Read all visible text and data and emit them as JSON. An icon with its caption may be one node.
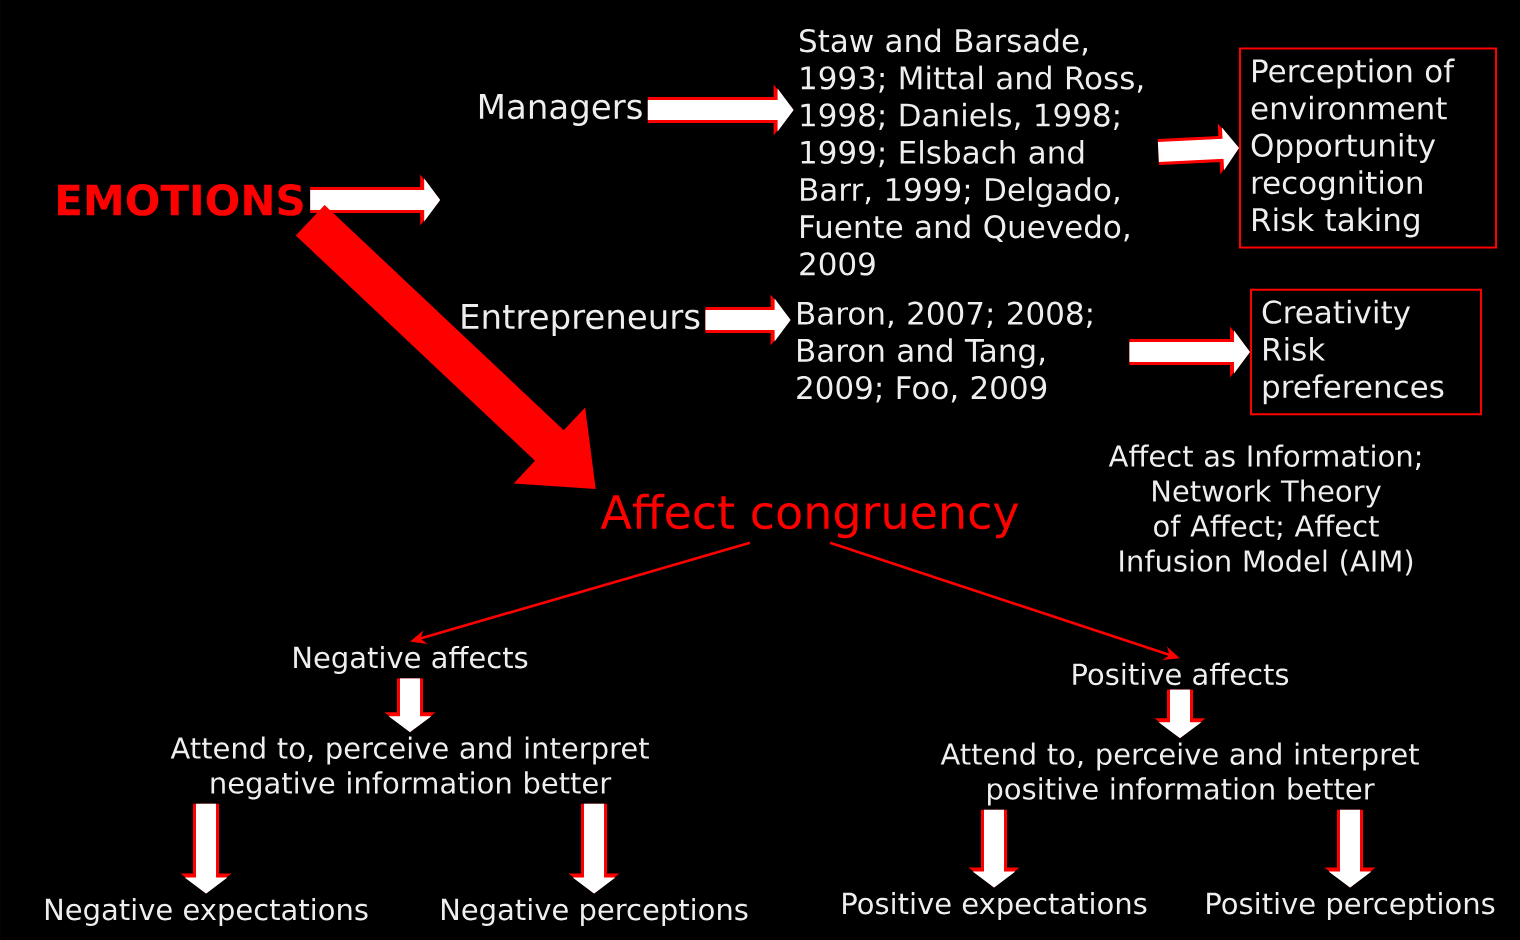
{
  "diagram": {
    "nodes": [
      {
        "text": [
          "EMOTIONS"
        ]
      },
      {
        "text": [
          "Managers"
        ]
      },
      {
        "text": [
          "Entrepreneurs"
        ]
      },
      {
        "text": [
          "Staw and Barsade, 1993; Mittal and Ross, 1998; Daniels, 1998; 1999; Elsbach and Barr, 1999; Delgado, Fuente and Quevedo, 2009"
        ]
      },
      {
        "text": [
          "Baron, 2007; 2008; Baron and Tang, 2009; Foo, 2009"
        ]
      },
      {
        "text": [
          "Perception of environment Opportunity recognition Risk taking"
        ]
      },
      {
        "text": [
          "Creativity Risk preferences"
        ]
      },
      {
        "text": [
          "Affect congruency"
        ]
      },
      {
        "text": [
          "Negative affects"
        ]
      },
      {
        "text": [
          "Attend to, perceive and interpret negative information better"
        ]
      },
      {
        "text": [
          "Positive affects"
        ]
      },
      {
        "text": [
          "Attend to, perceive and interpret positive information better"
        ]
      },
      {
        "text": [
          "Negative expectations"
        ]
      },
      {
        "text": [
          "Negative perceptions"
        ]
      },
      {
        "text": [
          "Positive expectations"
        ]
      },
      {
        "text": [
          "Positive perceptions"
        ]
      }
    ],
    "edges": [
      {
        "from": 0,
        "to": null,
        "arrow": "to"
      },
      {
        "from": 1,
        "to": 3,
        "arrow": "to"
      },
      {
        "from": 2,
        "to": 4,
        "arrow": "to"
      },
      {
        "from": 3,
        "to": 5,
        "arrow": "to"
      },
      {
        "from": 4,
        "to": 6,
        "arrow": "to"
      },
      {
        "from": 0,
        "to": 7,
        "arrow": "to",
        "style": "thick",
        "color": "#ff0000"
      },
      {
        "from": 7,
        "to": 8,
        "arrow": "to",
        "color": "#ff0000"
      },
      {
        "from": 7,
        "to": 10,
        "arrow": "to",
        "color": "#ff0000"
      },
      {
        "from": 8,
        "to": 9,
        "arrow": "to"
      },
      {
        "from": 10,
        "to": 11,
        "arrow": "to"
      },
      {
        "from": 9,
        "to": 12,
        "arrow": "to"
      },
      {
        "from": 9,
        "to": 13,
        "arrow": "to"
      },
      {
        "from": 11,
        "to": 14,
        "arrow": "to"
      },
      {
        "from": 11,
        "to": 15,
        "arrow": "to"
      }
    ],
    "labels": [
      "Affect as Information; Network Theory of Affect; Affect Infusion Model (AIM)"
    ]
  }
}
